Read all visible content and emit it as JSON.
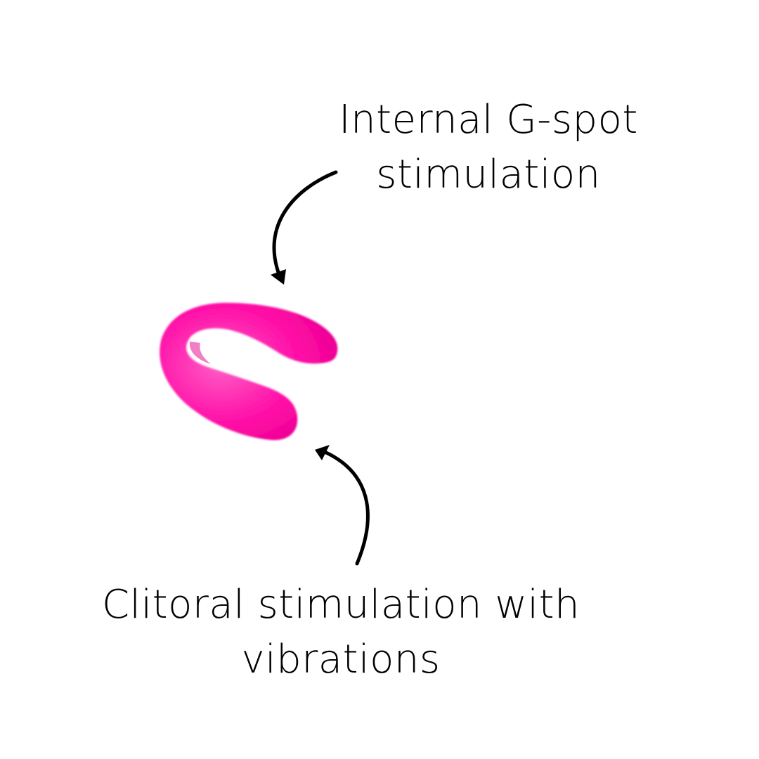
{
  "annotations": {
    "top": {
      "lines": [
        "Internal G-spot",
        "stimulation"
      ]
    },
    "bottom": {
      "lines": [
        "Clitoral stimulation with",
        "vibrations"
      ]
    }
  },
  "product": {
    "color": "#ff0aa5",
    "highlight_color": "#ff5ec6",
    "shadow_color": "#e6008f"
  },
  "arrow_color": "#000000",
  "background_color": "#ffffff"
}
